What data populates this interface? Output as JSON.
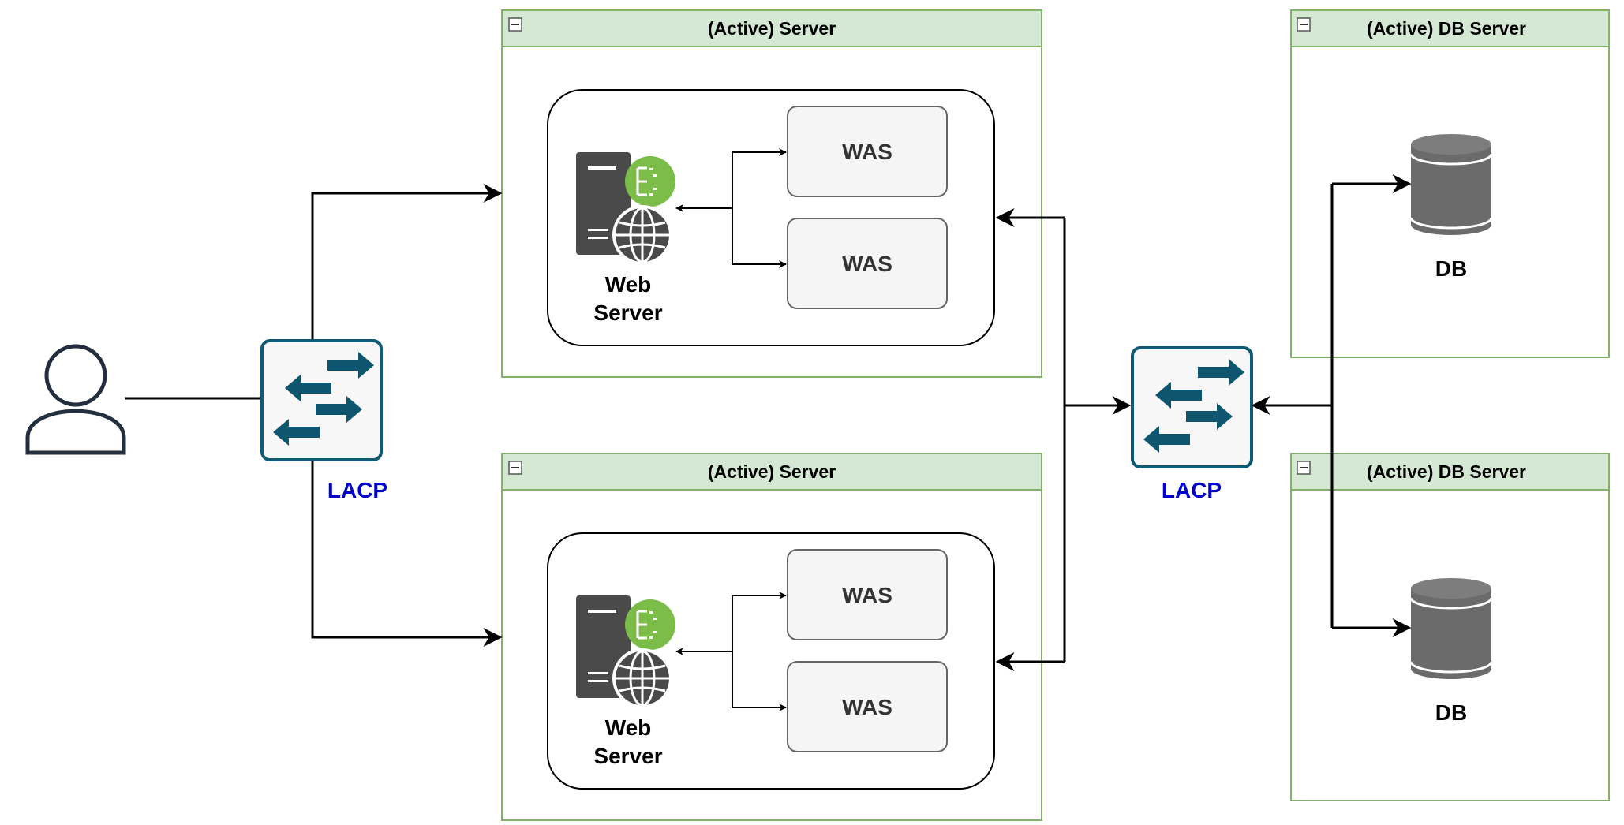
{
  "containers": {
    "server_top": {
      "title": "(Active) Server"
    },
    "server_bottom": {
      "title": "(Active) Server"
    },
    "db_server_top": {
      "title": "(Active) DB Server"
    },
    "db_server_bottom": {
      "title": "(Active) DB Server"
    }
  },
  "web_server": {
    "label_line1": "Web",
    "label_line2": "Server"
  },
  "was": {
    "label": "WAS"
  },
  "db": {
    "label": "DB"
  },
  "switch": {
    "label": "LACP"
  },
  "colors": {
    "container_fill": "#d5e8d4",
    "container_border": "#82b366",
    "switch_border": "#105a73",
    "arrow_icon": "#0e5670",
    "lacp_text": "#0000cc",
    "web_server_green": "#7cbd4a",
    "db_gray": "#6b6b6b"
  }
}
